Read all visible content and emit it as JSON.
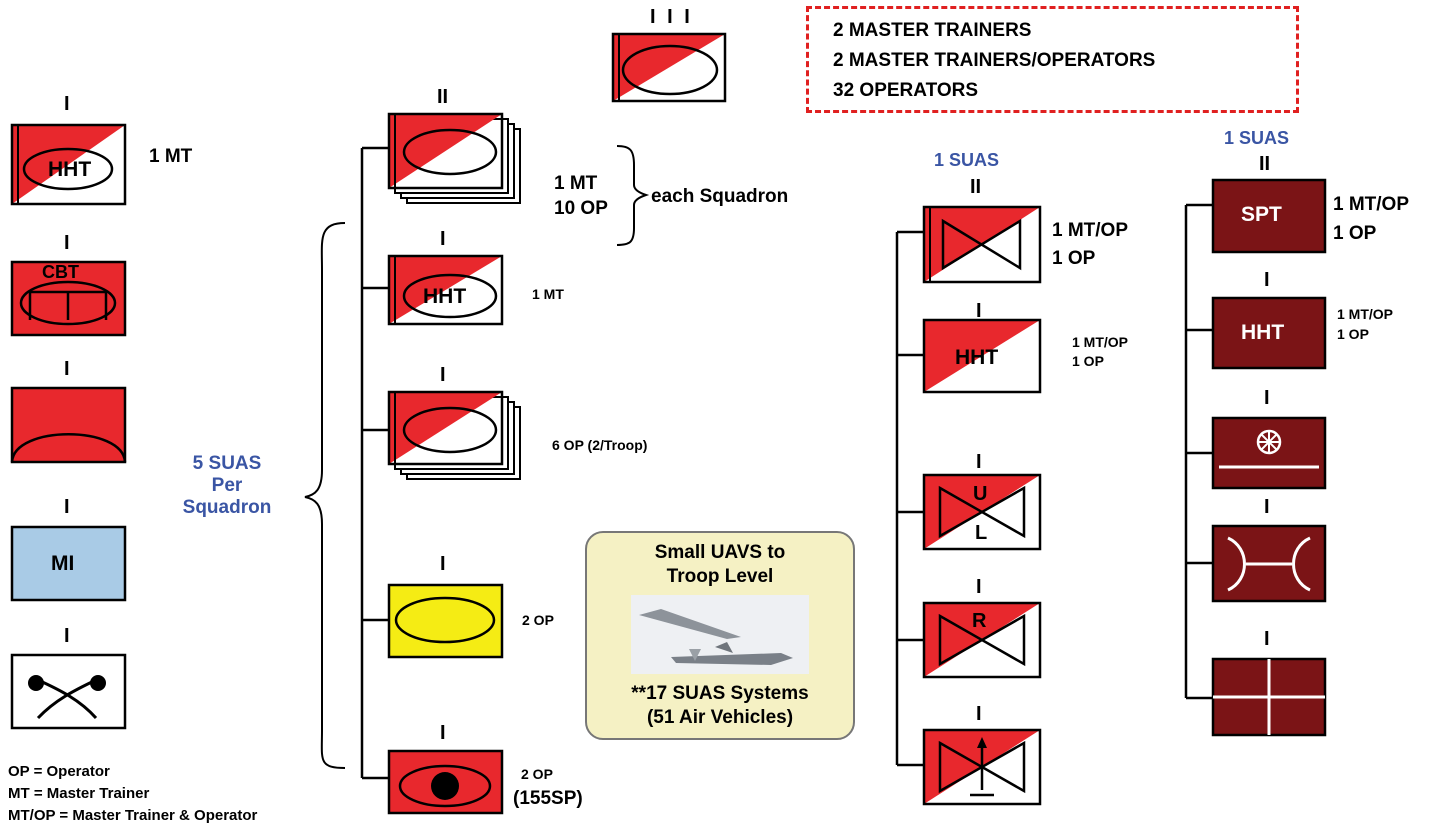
{
  "colors": {
    "red": "#e8282d",
    "maroon": "#7b1416",
    "yellow": "#f5ec14",
    "blue_fill": "#a9cbe6",
    "label_blue": "#3a55a4",
    "dash_red": "#e02020"
  },
  "header_note": {
    "lines": [
      "2 MASTER TRAINERS",
      "2 MASTER TRAINERS/OPERATORS",
      "32 OPERATORS"
    ]
  },
  "regiment": {
    "echelon": "I I I"
  },
  "left_column": {
    "units": [
      {
        "echelon": "I",
        "label": "HHT",
        "count": "1 MT"
      },
      {
        "echelon": "I",
        "label": "CBT"
      },
      {
        "echelon": "I"
      },
      {
        "echelon": "I",
        "label": "MI"
      },
      {
        "echelon": "I"
      }
    ]
  },
  "legend": [
    "OP = Operator",
    "MT = Master Trainer",
    "MT/OP = Master Trainer & Operator"
  ],
  "squadron": {
    "echelon": "II",
    "counts": [
      "1 MT",
      "10 OP"
    ],
    "each_label": "each Squadron",
    "per_squadron": [
      "5 SUAS",
      "Per",
      "Squadron"
    ],
    "units": [
      {
        "echelon": "I",
        "label": "HHT",
        "count": "1 MT"
      },
      {
        "echelon": "I",
        "count": "6 OP (2/Troop)"
      },
      {
        "echelon": "I",
        "count": "2 OP"
      },
      {
        "echelon": "I",
        "count": "2 OP",
        "sub": "(155SP)"
      }
    ]
  },
  "uav_box": {
    "title": [
      "Small UAVS to",
      "Troop Level"
    ],
    "footer": [
      "**17 SUAS Systems",
      "(51 Air Vehicles)"
    ]
  },
  "engineer_squadron": {
    "suas": "1 SUAS",
    "echelon": "II",
    "counts": [
      "1 MT/OP",
      "1 OP"
    ],
    "units": [
      {
        "echelon": "I",
        "label": "HHT",
        "counts": [
          "1 MT/OP",
          "1 OP"
        ]
      },
      {
        "echelon": "I",
        "letters": [
          "U",
          "L"
        ]
      },
      {
        "echelon": "I",
        "letters": [
          "R"
        ]
      },
      {
        "echelon": "I"
      }
    ]
  },
  "support_squadron": {
    "suas": "1 SUAS",
    "echelon": "II",
    "label": "SPT",
    "counts": [
      "1 MT/OP",
      "1 OP"
    ],
    "units": [
      {
        "echelon": "I",
        "label": "HHT",
        "counts": [
          "1 MT/OP",
          "1 OP"
        ]
      },
      {
        "echelon": "I"
      },
      {
        "echelon": "I"
      },
      {
        "echelon": "I"
      }
    ]
  }
}
